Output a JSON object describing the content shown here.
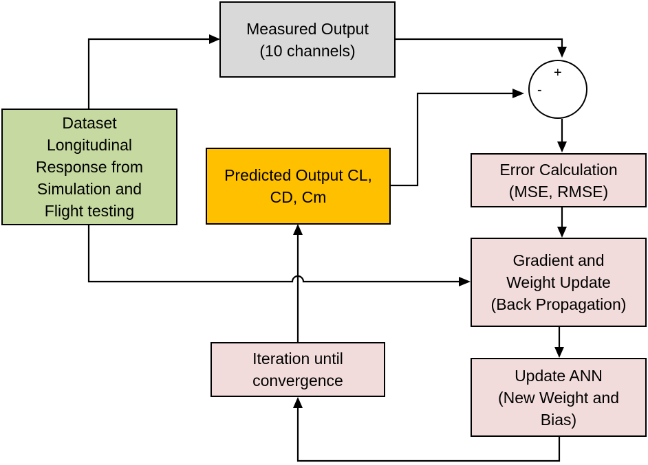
{
  "boxes": {
    "measured_output": "Measured Output\n(10 channels)",
    "dataset": "Dataset\nLongitudinal\nResponse from\nSimulation and\nFlight testing",
    "predicted_output": "Predicted Output CL,\nCD, Cm",
    "error_calculation": "Error Calculation\n(MSE, RMSE)",
    "gradient_update": "Gradient and\nWeight Update\n(Back Propagation)",
    "iteration": "Iteration until\nconvergence",
    "update_ann": "Update ANN\n(New Weight and\nBias)"
  },
  "summing_junction": {
    "plus": "+",
    "minus": "-"
  },
  "colors": {
    "measured_output": "#d9d9d9",
    "dataset": "#c5d9a0",
    "predicted_output": "#ffc000",
    "process": "#f2dcdb",
    "line": "#000000"
  }
}
